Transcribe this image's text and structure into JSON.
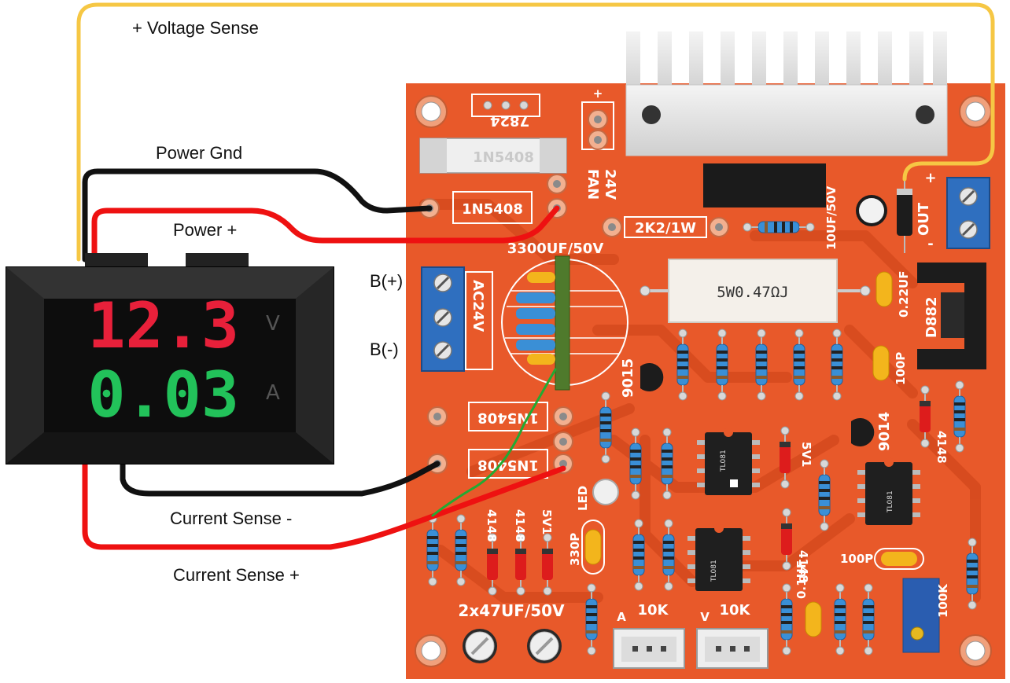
{
  "labels": {
    "voltage_sense": "+ Voltage Sense",
    "power_gnd": "Power Gnd",
    "power_plus": "Power +",
    "current_sense_minus": "Current Sense -",
    "current_sense_plus": "Current Sense +",
    "b_plus": "B(+)",
    "b_minus": "B(-)"
  },
  "meter": {
    "voltage": "12.3",
    "voltage_unit": "V",
    "current": "0.03",
    "current_unit": "A"
  },
  "board": {
    "reg": "7824",
    "fuse": "1N5408",
    "diode_top": "1N5408",
    "fan_label": "FAN",
    "fan_volts": "24V",
    "fan_plus": "+",
    "resistor_2k2": "2K2/1W",
    "cap_10uf": "10UF/50V",
    "out_label": "OUT",
    "out_plus": "+",
    "out_minus": "-",
    "cap_3300": "3300UF/50V",
    "ac_label": "AC24V",
    "power_resistor": "5W0.47ΩJ",
    "cap_022": "0.22UF",
    "transistor_d882": "D882",
    "transistor_9015": "9015",
    "cap_100p_a": "100P",
    "diode_4148_a": "4148",
    "transistor_9014": "9014",
    "diode_mid_a": "1N5408",
    "diode_mid_b": "1N5408",
    "chip_a": "TL081",
    "chip_b": "TL081",
    "chip_c": "TL081",
    "zener_5v1_a": "5V1",
    "led_label": "LED",
    "diode_4148_b": "4148",
    "diode_4148_c": "4148",
    "zener_5v1_b": "5V1",
    "cap_330p": "330P",
    "diode_4148_d": "4148",
    "cap_01": "0.1UF",
    "cap_100p_b": "100P",
    "pot_100k": "100K",
    "caps_2x47": "2x47UF/50V",
    "pot_a_label": "10K",
    "pot_a_mark": "A",
    "pot_v_label": "10K",
    "pot_v_mark": "V"
  },
  "colors": {
    "pcb": "#e8592a",
    "pcb_trace": "#d64a1e",
    "wire_yellow": "#f6c744",
    "wire_black": "#111111",
    "wire_red": "#ee1111",
    "wire_green": "#22aa33",
    "meter_body": "#1c1c1c",
    "terminal_blue": "#2f6fbf"
  }
}
